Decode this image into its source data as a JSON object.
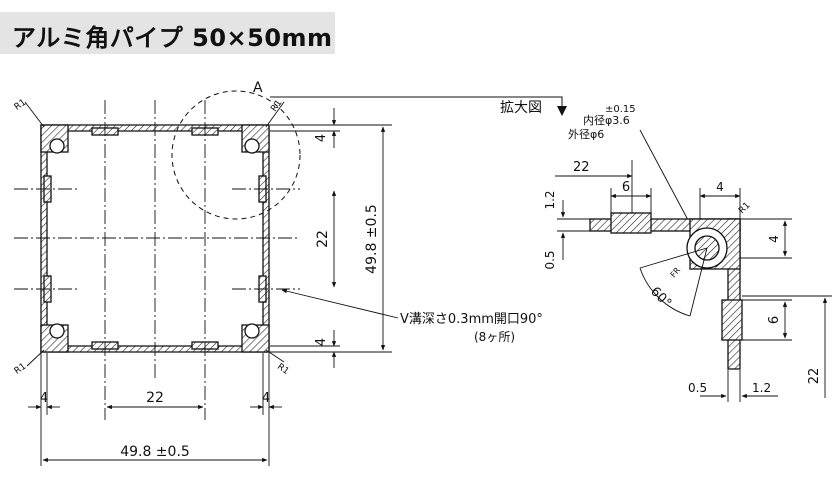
{
  "title": "アルミ角パイプ 50×50mm",
  "labels": {
    "detail_marker": "A",
    "enlarged_view": "拡大図",
    "tolerance_015": "±0.15",
    "inner_diameter": "内径φ3.6",
    "outer_diameter": "外径φ6",
    "r1": "R1",
    "fr": "FR",
    "angle": "60°",
    "v_groove_note": "V溝深さ0.3mm開口90°",
    "count_note": "(8ヶ所)"
  },
  "dimensions": {
    "wall_4": "4",
    "center_22": "22",
    "overall": "49.8 ±0.5",
    "d22": "22",
    "d6": "6",
    "d4": "4",
    "d1_2": "1.2",
    "d0_5": "0.5"
  }
}
